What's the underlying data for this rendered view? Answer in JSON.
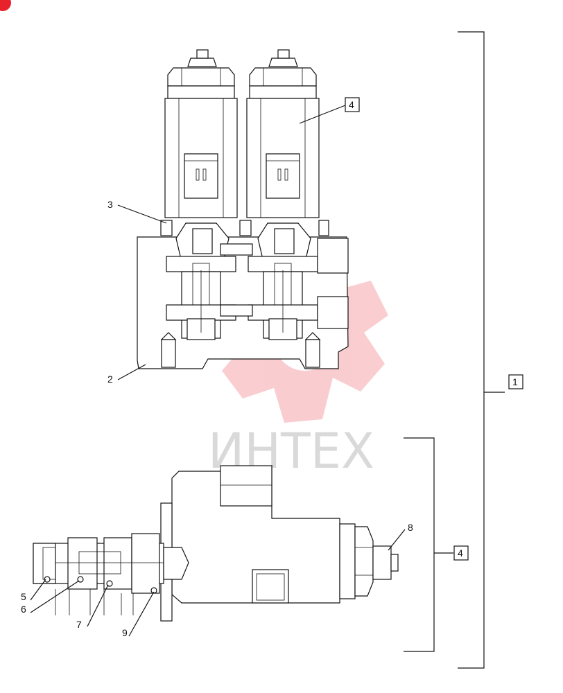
{
  "watermark": {
    "text": "ИНТЕХ",
    "color": "#e8222c"
  },
  "callouts": {
    "c1": "1",
    "c2": "2",
    "c3": "3",
    "c4_top": "4",
    "c4_bottom": "4",
    "c5": "5",
    "c6": "6",
    "c7": "7",
    "c8": "8",
    "c9": "9"
  }
}
